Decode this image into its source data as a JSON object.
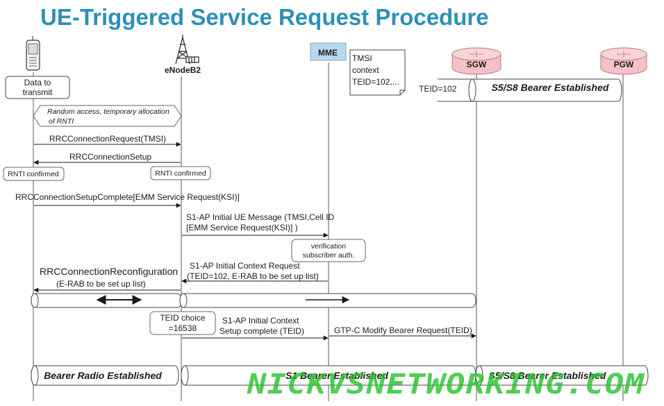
{
  "title": "UE-Triggered Service Request Procedure",
  "nodes": {
    "enodeb": "eNodeB2",
    "mme": "MME",
    "sgw": "SGW",
    "pgw": "PGW"
  },
  "notes": {
    "data_to_transmit_1": "Data to",
    "data_to_transmit_2": "transmit",
    "mme_note_1": "TMSI",
    "mme_note_2": "context",
    "mme_note_3": "TEID=102,...",
    "teid_102": "TEID=102",
    "random_access_1": "Random access, temporary allocation",
    "random_access_2": "of RNTI",
    "rnti_confirmed_ue": "RNTI confirmed",
    "rnti_confirmed_enb": "RNTI confirmed",
    "verification_1": "verification",
    "verification_2": "subscriber auth.",
    "teid_choice_1": "TEID choice",
    "teid_choice_2": "=16538"
  },
  "messages": {
    "rrc_conn_request": "RRCConnectionRequest(TMSI)",
    "rrc_conn_setup": "RRCConnectionSetup",
    "rrc_setup_complete": "RRCConnectionSetupComplete[EMM Service Request(KSI)]",
    "s1ap_initial_ue_1": "S1-AP Initial UE Message (TMSI,Cell ID",
    "s1ap_initial_ue_2": "[EMM Service Request(KSI)] )",
    "rrc_reconfig_1": "RRCConnectionReconfiguration",
    "rrc_reconfig_2": "(E-RAB to be set up list)",
    "s1ap_ctx_req_1": "S1-AP Initial Context Request",
    "s1ap_ctx_req_2": "(TEID=102, E-RAB to be set up list)",
    "s1ap_ctx_complete_1": "S1-AP Initial Context",
    "s1ap_ctx_complete_2": "Setup complete (TEID)",
    "gtpc_modify": "GTP-C Modify Bearer Request(TEID)"
  },
  "bearers": {
    "s5s8_top": "S5/S8 Bearer Established",
    "radio": "Bearer Radio Established",
    "s1": "S1 Bearer Established",
    "s5s8_bottom": "S5/S8 Bearer Established"
  },
  "watermark": "NICKVSNETWORKING.COM",
  "colors": {
    "title": "#2f8fb8",
    "mme_fill": "#b8d8f0",
    "gateway_fill": "#f4c2c6",
    "watermark": "#22c22a"
  }
}
